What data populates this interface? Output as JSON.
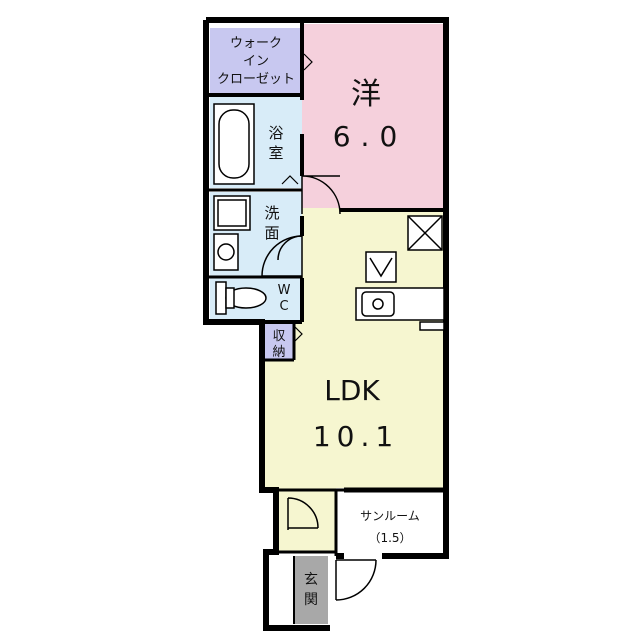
{
  "rooms": {
    "walk_in_closet": {
      "lines": [
        "ウォーク",
        "イン",
        "クローゼット"
      ]
    },
    "western_room": {
      "name": "洋",
      "size": "6.0"
    },
    "bathroom": {
      "lines": [
        "浴",
        "室"
      ]
    },
    "washroom": {
      "lines": [
        "洗",
        "面"
      ]
    },
    "wc": {
      "lines": [
        "W",
        "C"
      ]
    },
    "storage": {
      "lines": [
        "収",
        "納"
      ]
    },
    "ldk": {
      "name": "LDK",
      "size": "10.1"
    },
    "sunroom": {
      "name": "サンルーム",
      "size": "（1.5）"
    },
    "entrance": {
      "lines": [
        "玄",
        "関"
      ]
    }
  },
  "colors": {
    "closet": "#c8c8f0",
    "western": "#f5d0dc",
    "wet_area": "#d8ecf8",
    "ldk": "#f6f6d0",
    "storage": "#c8c8f0",
    "entrance": "#a8a8a8",
    "wall": "#000000"
  }
}
